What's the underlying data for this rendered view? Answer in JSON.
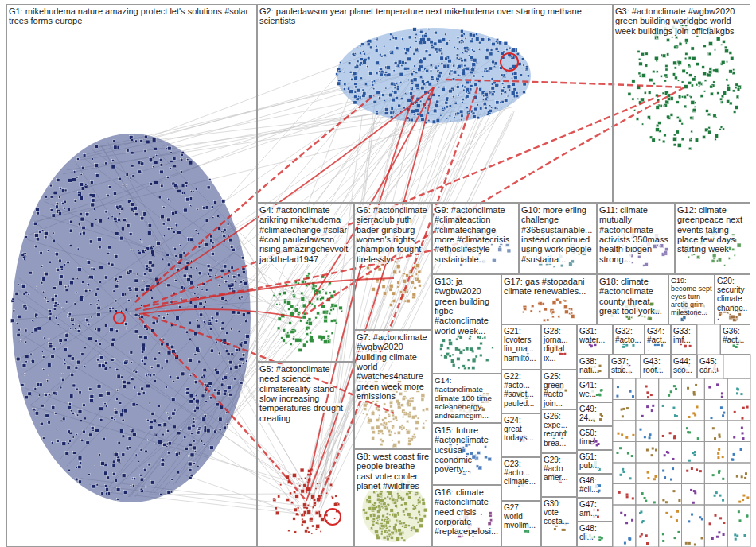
{
  "diagram": {
    "nodes": [
      {
        "text": [
          "G1: mikehudema nature amazing protect let's solutions #solar trees forms europe"
        ]
      },
      {
        "text": [
          "G2: pauledawson year planet temperature next mikehudema over starting methane scientists"
        ]
      },
      {
        "text": [
          "G3: #actonclimate #wgbw2020 green building worldgbc world week buildings join officialkgbs"
        ]
      },
      {
        "text": [
          "G4: #actonclimate arikring mikehudema #climatechange #solar #coal pauledawson rising amazingchevvolt jackthelad1947"
        ]
      },
      {
        "text": [
          "G5: #actonclimate need science climatereality stand slow increasing temperatures drought creating"
        ]
      },
      {
        "text": [
          "G6: #actonclimate sierraclub ruth bader ginsburg women's rights champion fought tirelessly"
        ]
      },
      {
        "text": [
          "G7: #actonclimate #wgbw2020 building climate world #watches4nature green week more emissions"
        ]
      },
      {
        "text": [
          "G8: west coast fire people breathe cast vote cooler planet #wildfires"
        ]
      },
      {
        "text": [
          "G9: #actonclimate #climateaction #climatechange more #climatecrisis #ethoslifestyle sustainable..."
        ]
      },
      {
        "text": [
          "G10: more erling challenge #365sustainable... instead continued using work people #sustaina..."
        ]
      },
      {
        "text": [
          "G11: climate mutually #actonclimate activists 350mass health biogen strong..."
        ]
      },
      {
        "text": [
          "G12: climate greenpeace next events taking place few days starting week"
        ]
      },
      {
        "text": [
          "G13: ja #wgbw2020 green building figbc #actonclimate world week..."
        ]
      },
      {
        "text": [
          "G14: #actonclimate climate 100 time #cleanenergy andreamcgim..."
        ]
      },
      {
        "text": [
          "G15: future #actonclimate ucsusa economic poverty..."
        ]
      },
      {
        "text": [
          "G16: climate #actonclimate need crisis corporate #replacepelosi..."
        ]
      },
      {
        "text": [
          "G17: gas #stopadani climate renewables..."
        ]
      },
      {
        "text": [
          "G18: climate #actonclimate county threat great tool york..."
        ]
      },
      {
        "text": [
          "G19: become sept eyes turn arctic grim milestone..."
        ]
      },
      {
        "text": [
          "G20: security climate change..."
        ]
      },
      {
        "text": [
          "G21: lcvoters lin_ma... hamilto..."
        ]
      },
      {
        "text": [
          "G22: #acto... #savet... pauled..."
        ]
      },
      {
        "text": [
          "G23: #acto... climate..."
        ]
      },
      {
        "text": [
          "G24: great todays..."
        ]
      },
      {
        "text": [
          "G25: green #acto join..."
        ]
      },
      {
        "text": [
          "G26: expe... record brea..."
        ]
      },
      {
        "text": [
          "G27: world mvollm..."
        ]
      },
      {
        "text": [
          "G28: jorna... digital ix..."
        ]
      },
      {
        "text": [
          "G29: #acto amer..."
        ]
      },
      {
        "text": [
          "G30: vote costa..."
        ]
      },
      {
        "text": [
          "G31: water..."
        ]
      },
      {
        "text": [
          "G32: #acto..."
        ]
      },
      {
        "text": [
          "G33: imf..."
        ]
      },
      {
        "text": [
          "G34: #act..."
        ]
      },
      {
        "text": [
          "G36: #act..."
        ]
      },
      {
        "text": [
          "G37: stac..."
        ]
      },
      {
        "text": [
          "G38: nati..."
        ]
      },
      {
        "text": [
          "G41: we..."
        ]
      },
      {
        "text": [
          "G43: roof..."
        ]
      },
      {
        "text": [
          "G44: sco..."
        ]
      },
      {
        "text": [
          "G45: car..."
        ]
      },
      {
        "text": [
          "G46: #cli..."
        ]
      },
      {
        "text": [
          "G47: am..."
        ]
      },
      {
        "text": [
          "G48: cli..."
        ]
      },
      {
        "text": [
          "G49: 24..."
        ]
      },
      {
        "text": [
          "G50: time"
        ]
      },
      {
        "text": [
          "G51: pub..."
        ]
      }
    ]
  }
}
